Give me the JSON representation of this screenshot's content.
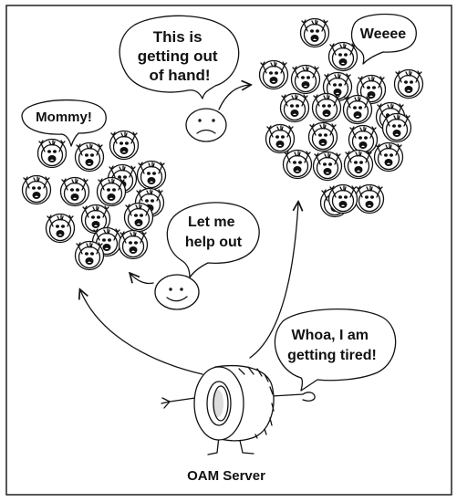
{
  "frame_title": "",
  "bubbles": {
    "out_of_hand": [
      "This is",
      "getting out",
      "of hand!"
    ],
    "weeee": [
      "Weeee"
    ],
    "mommy": [
      "Mommy!"
    ],
    "help_out": [
      "Let me",
      "help out"
    ],
    "tired": [
      "Whoa, I am",
      "getting tired!"
    ]
  },
  "caption": "OAM Server",
  "crowds": {
    "left_count": 15,
    "right_count": 22
  }
}
